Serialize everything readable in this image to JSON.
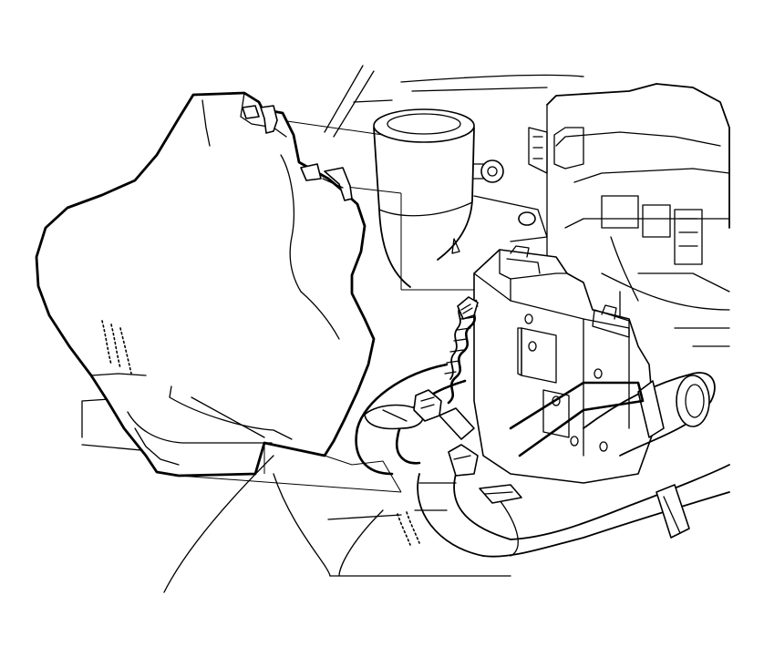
{
  "figure": {
    "colors": {
      "ink": "#000000",
      "paper": "#ffffff"
    },
    "components": [
      "reservoir-cover",
      "brake-fluid-reservoir",
      "control-module",
      "wiring-harness-connector",
      "air-intake-duct",
      "radiator-hoses",
      "engine-body"
    ]
  }
}
